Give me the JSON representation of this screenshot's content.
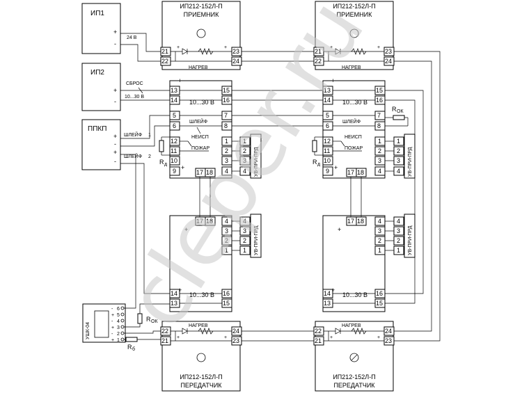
{
  "receiver_title": "ИП212-152Л-П",
  "receiver_sub": "ПРИЕМНИК",
  "transmitter_title": "ИП212-152Л-П",
  "transmitter_sub": "ПЕРЕДАТЧИК",
  "heater": "НАГРЕВ",
  "psu1": "ИП1",
  "psu2": "ИП2",
  "panel": "ППКП",
  "v24": "24 В",
  "reset": "СБРОС",
  "vrange": "10...30  В",
  "loop": "ШЛЕЙФ",
  "loop1": "1",
  "loop2": "2",
  "fault": "НЕИСП",
  "fire": "ПОЖАР",
  "rd": "R",
  "rd_sub": "д",
  "rok": "R",
  "rok_sub": "ОК",
  "rb": "R",
  "rb_sub": "б",
  "terminal_block": "УВ-ПРИ-ПРД",
  "terminal_block2": "УВ-ПРИ-ПРД",
  "ucb": "УШК-04",
  "plus": "+",
  "minus": "-",
  "watermark": "cleper.ru",
  "pins": {
    "p1": "1",
    "p2": "2",
    "p3": "3",
    "p4": "4",
    "p5": "5",
    "p6": "6",
    "p7": "7",
    "p8": "8",
    "p9": "9",
    "p10": "10",
    "p11": "11",
    "p12": "12",
    "p13": "13",
    "p14": "14",
    "p15": "15",
    "p16": "16",
    "p17": "17",
    "p18": "18",
    "p21": "21",
    "p22": "22",
    "p23": "23",
    "p24": "24"
  }
}
